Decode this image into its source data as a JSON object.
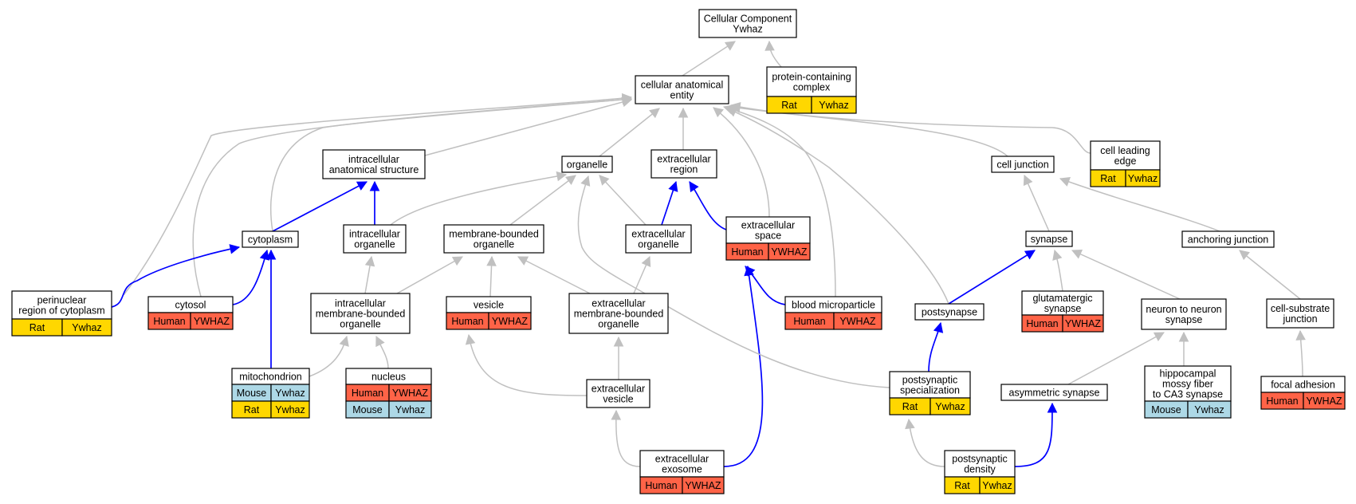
{
  "colors": {
    "Human": "#ff6347",
    "Rat": "#ffd700",
    "Mouse": "#add8e6",
    "edge_is_a": "#c0c0c0",
    "edge_part_of": "#0000ff"
  },
  "nodes": [
    {
      "id": "root",
      "lines": [
        "Cellular Component",
        "Ywhaz"
      ],
      "ann": []
    },
    {
      "id": "cae",
      "lines": [
        "cellular anatomical",
        "entity"
      ],
      "ann": []
    },
    {
      "id": "pcc",
      "lines": [
        "protein-containing",
        "complex"
      ],
      "ann": [
        [
          "Rat",
          "Ywhaz"
        ]
      ]
    },
    {
      "id": "ias",
      "lines": [
        "intracellular",
        "anatomical structure"
      ],
      "ann": []
    },
    {
      "id": "organelle",
      "lines": [
        "organelle"
      ],
      "ann": []
    },
    {
      "id": "ecregion",
      "lines": [
        "extracellular",
        "region"
      ],
      "ann": []
    },
    {
      "id": "celljunction",
      "lines": [
        "cell junction"
      ],
      "ann": []
    },
    {
      "id": "cle",
      "lines": [
        "cell leading",
        "edge"
      ],
      "ann": [
        [
          "Rat",
          "Ywhaz"
        ]
      ]
    },
    {
      "id": "cytoplasm",
      "lines": [
        "cytoplasm"
      ],
      "ann": []
    },
    {
      "id": "intorg",
      "lines": [
        "intracellular",
        "organelle"
      ],
      "ann": []
    },
    {
      "id": "mbo",
      "lines": [
        "membrane-bounded",
        "organelle"
      ],
      "ann": []
    },
    {
      "id": "ecorg",
      "lines": [
        "extracellular",
        "organelle"
      ],
      "ann": []
    },
    {
      "id": "ecspace",
      "lines": [
        "extracellular",
        "space"
      ],
      "ann": [
        [
          "Human",
          "YWHAZ"
        ]
      ]
    },
    {
      "id": "synapse",
      "lines": [
        "synapse"
      ],
      "ann": []
    },
    {
      "id": "anchjunc",
      "lines": [
        "anchoring junction"
      ],
      "ann": []
    },
    {
      "id": "perinuc",
      "lines": [
        "perinuclear",
        "region of cytoplasm"
      ],
      "ann": [
        [
          "Rat",
          "Ywhaz"
        ]
      ]
    },
    {
      "id": "cytosol",
      "lines": [
        "cytosol"
      ],
      "ann": [
        [
          "Human",
          "YWHAZ"
        ]
      ]
    },
    {
      "id": "imbo",
      "lines": [
        "intracellular",
        "membrane-bounded",
        "organelle"
      ],
      "ann": []
    },
    {
      "id": "vesicle",
      "lines": [
        "vesicle"
      ],
      "ann": [
        [
          "Human",
          "YWHAZ"
        ]
      ]
    },
    {
      "id": "embo",
      "lines": [
        "extracellular",
        "membrane-bounded",
        "organelle"
      ],
      "ann": []
    },
    {
      "id": "bloodmp",
      "lines": [
        "blood microparticle"
      ],
      "ann": [
        [
          "Human",
          "YWHAZ"
        ]
      ]
    },
    {
      "id": "postsyn",
      "lines": [
        "postsynapse"
      ],
      "ann": []
    },
    {
      "id": "glusyn",
      "lines": [
        "glutamatergic",
        "synapse"
      ],
      "ann": [
        [
          "Human",
          "YWHAZ"
        ]
      ]
    },
    {
      "id": "n2n",
      "lines": [
        "neuron to neuron",
        "synapse"
      ],
      "ann": []
    },
    {
      "id": "csj",
      "lines": [
        "cell-substrate",
        "junction"
      ],
      "ann": []
    },
    {
      "id": "mito",
      "lines": [
        "mitochondrion"
      ],
      "ann": [
        [
          "Mouse",
          "Ywhaz"
        ],
        [
          "Rat",
          "Ywhaz"
        ]
      ]
    },
    {
      "id": "nucleus",
      "lines": [
        "nucleus"
      ],
      "ann": [
        [
          "Human",
          "YWHAZ"
        ],
        [
          "Mouse",
          "Ywhaz"
        ]
      ]
    },
    {
      "id": "ecves",
      "lines": [
        "extracellular",
        "vesicle"
      ],
      "ann": []
    },
    {
      "id": "psspec",
      "lines": [
        "postsynaptic",
        "specialization"
      ],
      "ann": [
        [
          "Rat",
          "Ywhaz"
        ]
      ]
    },
    {
      "id": "asymsyn",
      "lines": [
        "asymmetric synapse"
      ],
      "ann": []
    },
    {
      "id": "hippo",
      "lines": [
        "hippocampal",
        "mossy fiber",
        "to CA3 synapse"
      ],
      "ann": [
        [
          "Mouse",
          "Ywhaz"
        ]
      ]
    },
    {
      "id": "focadh",
      "lines": [
        "focal adhesion"
      ],
      "ann": [
        [
          "Human",
          "YWHAZ"
        ]
      ]
    },
    {
      "id": "ecexo",
      "lines": [
        "extracellular",
        "exosome"
      ],
      "ann": [
        [
          "Human",
          "YWHAZ"
        ]
      ]
    },
    {
      "id": "psd",
      "lines": [
        "postsynaptic",
        "density"
      ],
      "ann": [
        [
          "Rat",
          "Ywhaz"
        ]
      ]
    }
  ],
  "edges": [
    {
      "from": "cae",
      "to": "root",
      "type": "is_a"
    },
    {
      "from": "pcc",
      "to": "root",
      "type": "is_a"
    },
    {
      "from": "ias",
      "to": "cae",
      "type": "is_a"
    },
    {
      "from": "organelle",
      "to": "cae",
      "type": "is_a"
    },
    {
      "from": "ecregion",
      "to": "cae",
      "type": "is_a"
    },
    {
      "from": "celljunction",
      "to": "cae",
      "type": "is_a"
    },
    {
      "from": "cle",
      "to": "cae",
      "type": "is_a"
    },
    {
      "from": "cytoplasm",
      "to": "cae",
      "type": "is_a"
    },
    {
      "from": "cytosol",
      "to": "cae",
      "type": "is_a"
    },
    {
      "from": "perinuc",
      "to": "cae",
      "type": "is_a"
    },
    {
      "from": "ecspace",
      "to": "cae",
      "type": "is_a"
    },
    {
      "from": "bloodmp",
      "to": "cae",
      "type": "is_a"
    },
    {
      "from": "postsyn",
      "to": "cae",
      "type": "is_a"
    },
    {
      "from": "cytoplasm",
      "to": "ias",
      "type": "part_of"
    },
    {
      "from": "intorg",
      "to": "ias",
      "type": "part_of"
    },
    {
      "from": "intorg",
      "to": "organelle",
      "type": "is_a"
    },
    {
      "from": "mbo",
      "to": "organelle",
      "type": "is_a"
    },
    {
      "from": "ecorg",
      "to": "organelle",
      "type": "is_a"
    },
    {
      "from": "ecorg",
      "to": "ecregion",
      "type": "part_of"
    },
    {
      "from": "ecspace",
      "to": "ecregion",
      "type": "part_of"
    },
    {
      "from": "perinuc",
      "to": "cytoplasm",
      "type": "part_of"
    },
    {
      "from": "cytosol",
      "to": "cytoplasm",
      "type": "part_of"
    },
    {
      "from": "mito",
      "to": "cytoplasm",
      "type": "part_of"
    },
    {
      "from": "imbo",
      "to": "intorg",
      "type": "is_a"
    },
    {
      "from": "imbo",
      "to": "mbo",
      "type": "is_a"
    },
    {
      "from": "vesicle",
      "to": "mbo",
      "type": "is_a"
    },
    {
      "from": "embo",
      "to": "mbo",
      "type": "is_a"
    },
    {
      "from": "embo",
      "to": "ecorg",
      "type": "is_a"
    },
    {
      "from": "bloodmp",
      "to": "ecspace",
      "type": "part_of"
    },
    {
      "from": "ecexo",
      "to": "ecspace",
      "type": "part_of"
    },
    {
      "from": "mito",
      "to": "imbo",
      "type": "is_a"
    },
    {
      "from": "nucleus",
      "to": "imbo",
      "type": "is_a"
    },
    {
      "from": "ecves",
      "to": "vesicle",
      "type": "is_a"
    },
    {
      "from": "ecves",
      "to": "embo",
      "type": "is_a"
    },
    {
      "from": "ecexo",
      "to": "ecves",
      "type": "is_a"
    },
    {
      "from": "psspec",
      "to": "organelle",
      "type": "is_a"
    },
    {
      "from": "synapse",
      "to": "celljunction",
      "type": "is_a"
    },
    {
      "from": "anchjunc",
      "to": "celljunction",
      "type": "is_a"
    },
    {
      "from": "postsyn",
      "to": "synapse",
      "type": "part_of"
    },
    {
      "from": "glusyn",
      "to": "synapse",
      "type": "is_a"
    },
    {
      "from": "n2n",
      "to": "synapse",
      "type": "is_a"
    },
    {
      "from": "psspec",
      "to": "postsyn",
      "type": "part_of"
    },
    {
      "from": "psd",
      "to": "psspec",
      "type": "is_a"
    },
    {
      "from": "psd",
      "to": "asymsyn",
      "type": "part_of"
    },
    {
      "from": "asymsyn",
      "to": "n2n",
      "type": "is_a"
    },
    {
      "from": "hippo",
      "to": "n2n",
      "type": "is_a"
    },
    {
      "from": "csj",
      "to": "anchjunc",
      "type": "is_a"
    },
    {
      "from": "focadh",
      "to": "csj",
      "type": "is_a"
    }
  ]
}
